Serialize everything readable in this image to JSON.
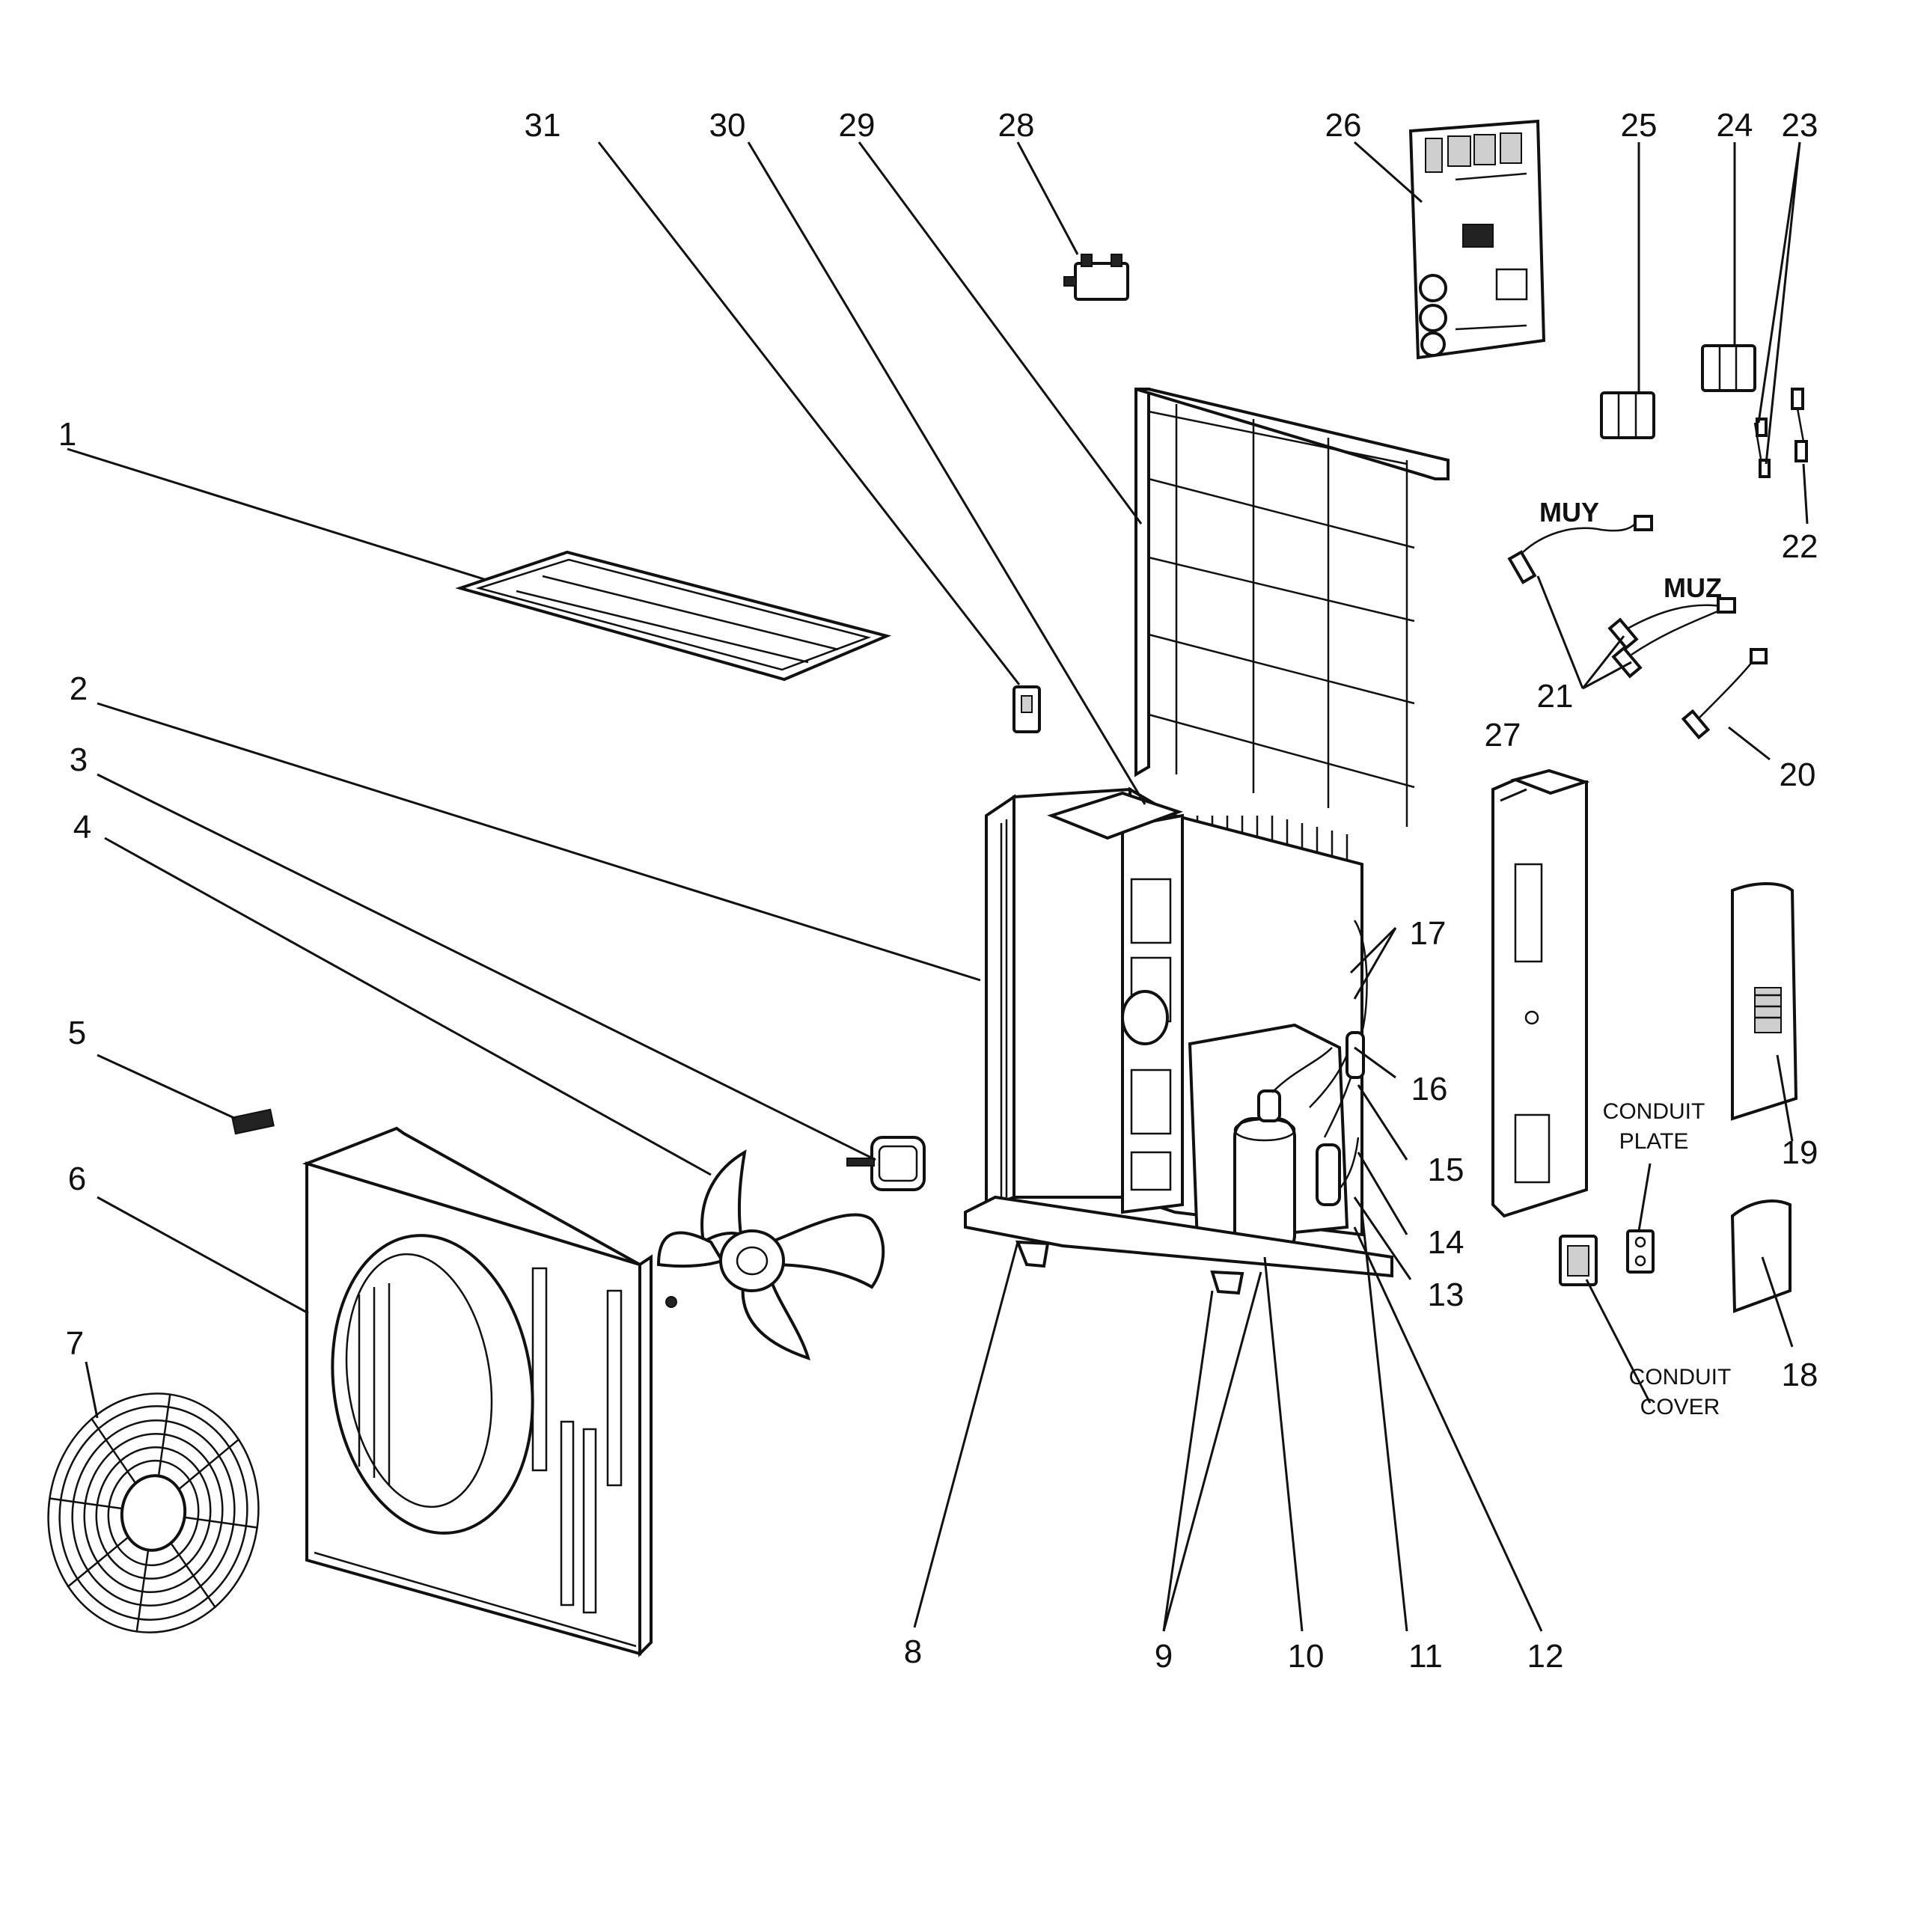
{
  "labels": {
    "p1": "1",
    "p2": "2",
    "p3": "3",
    "p4": "4",
    "p5": "5",
    "p6": "6",
    "p7": "7",
    "p8": "8",
    "p9": "9",
    "p10": "10",
    "p11": "11",
    "p12": "12",
    "p13": "13",
    "p14": "14",
    "p15": "15",
    "p16": "16",
    "p17": "17",
    "p18": "18",
    "p19": "19",
    "p20": "20",
    "p21": "21",
    "p22": "22",
    "p23": "23",
    "p24": "24",
    "p25": "25",
    "p26": "26",
    "p27": "27",
    "p28": "28",
    "p29": "29",
    "p30": "30",
    "p31": "31"
  },
  "variants": {
    "muy": "MUY",
    "muz": "MUZ"
  },
  "notes": {
    "conduit_plate_line1": "CONDUIT",
    "conduit_plate_line2": "PLATE",
    "conduit_cover_line1": "CONDUIT",
    "conduit_cover_line2": "COVER"
  }
}
